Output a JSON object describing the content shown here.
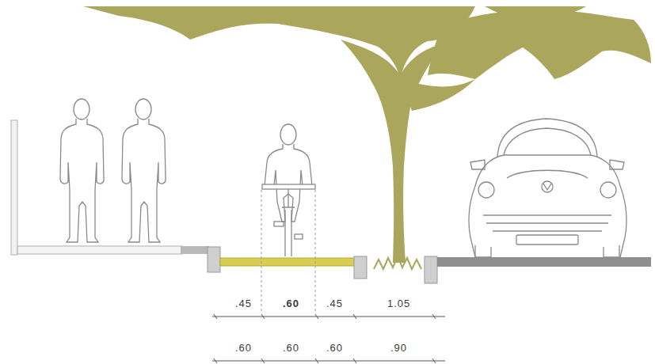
{
  "diagram": {
    "labels": [
      ".45",
      ".60",
      ".45",
      "1.05",
      ".60",
      ".60",
      ".60",
      ".90"
    ]
  }
}
